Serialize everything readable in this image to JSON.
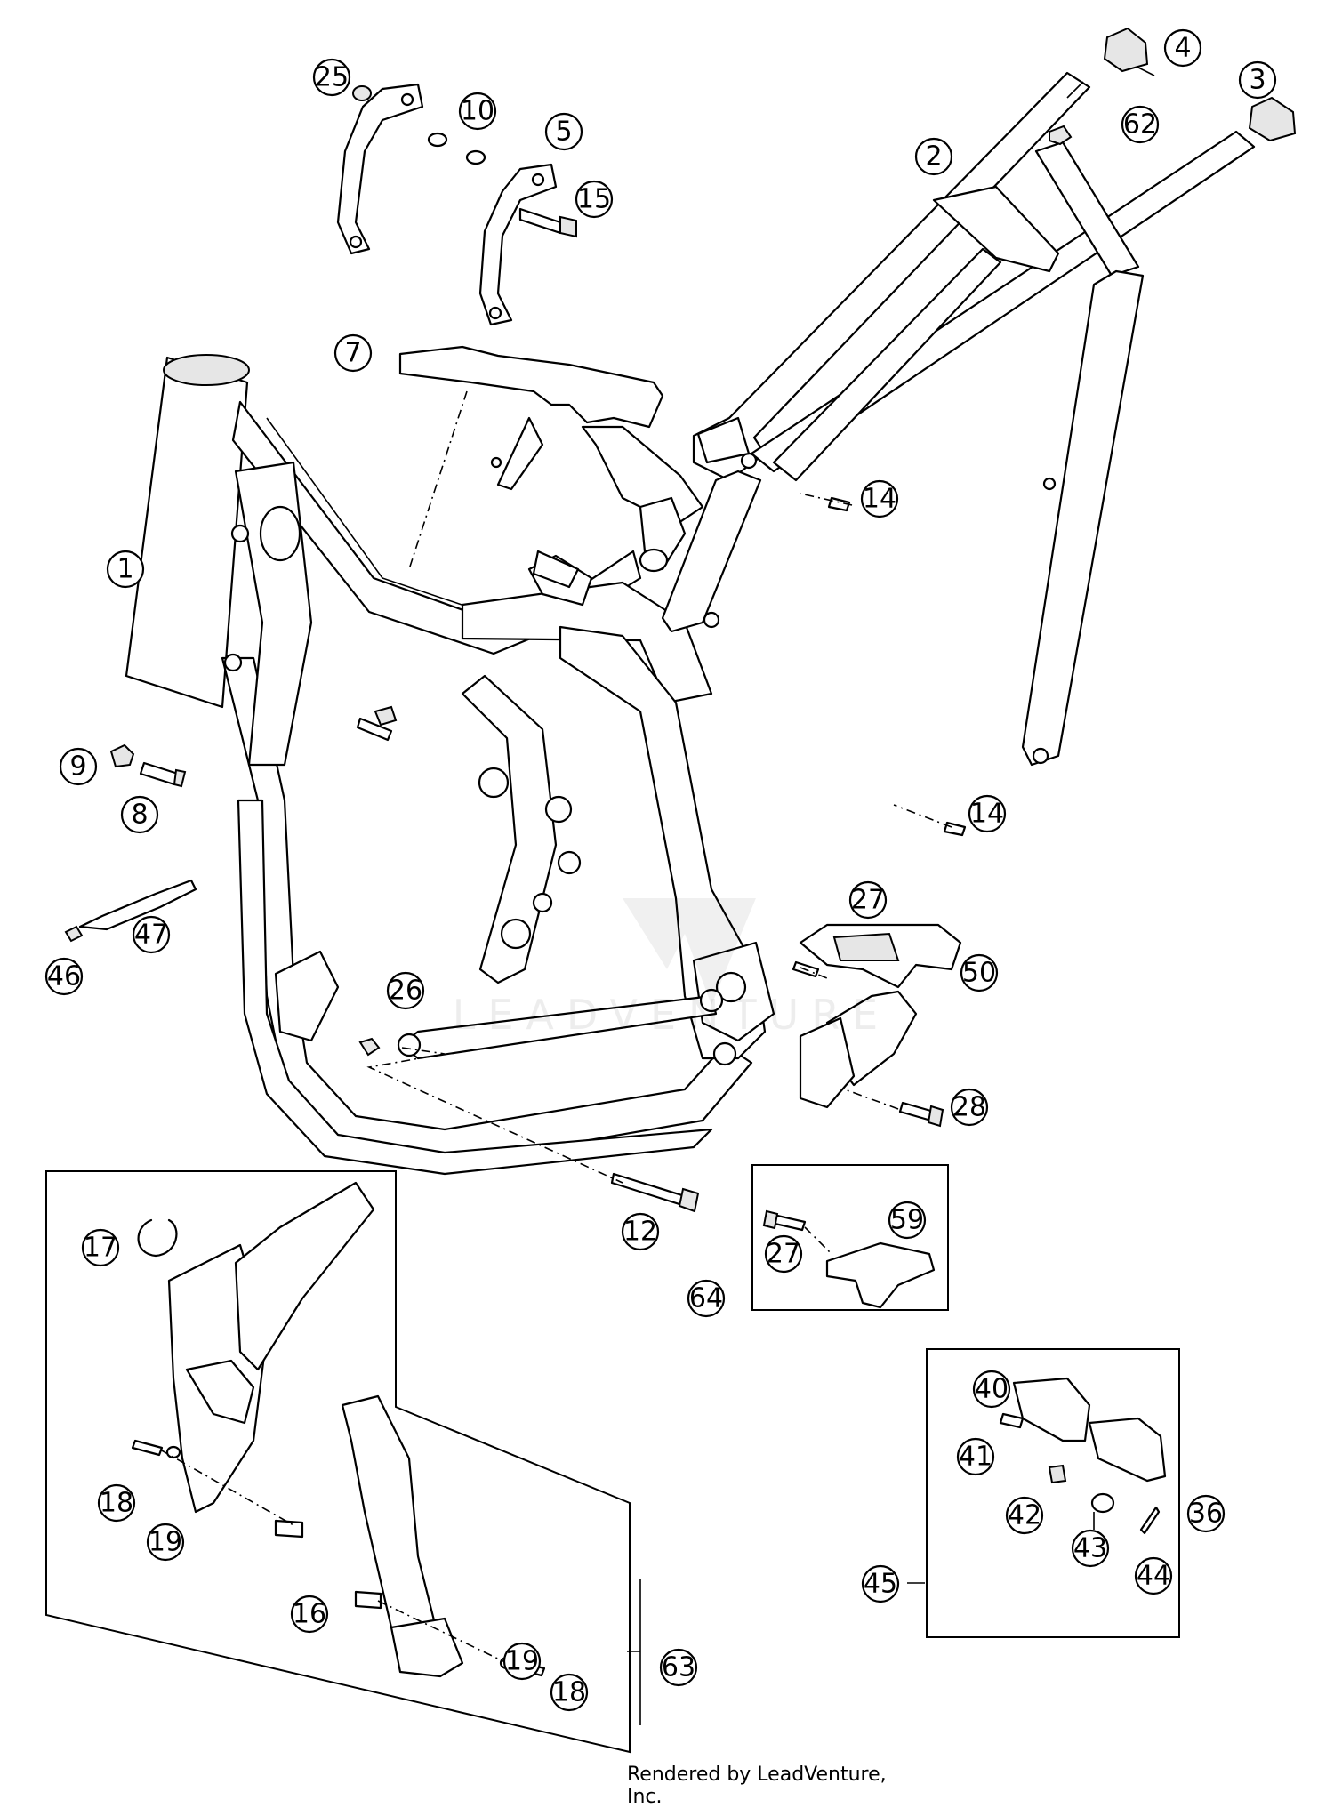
{
  "watermark": "LEADVENTURE",
  "footer": "Rendered by LeadVenture, Inc.",
  "callouts": [
    "1",
    "2",
    "3",
    "4",
    "5",
    "7",
    "8",
    "9",
    "10",
    "12",
    "14",
    "14",
    "15",
    "16",
    "17",
    "18",
    "18",
    "19",
    "19",
    "25",
    "26",
    "27",
    "27",
    "28",
    "36",
    "40",
    "41",
    "42",
    "43",
    "44",
    "45",
    "46",
    "47",
    "50",
    "59",
    "62",
    "63",
    "64"
  ]
}
